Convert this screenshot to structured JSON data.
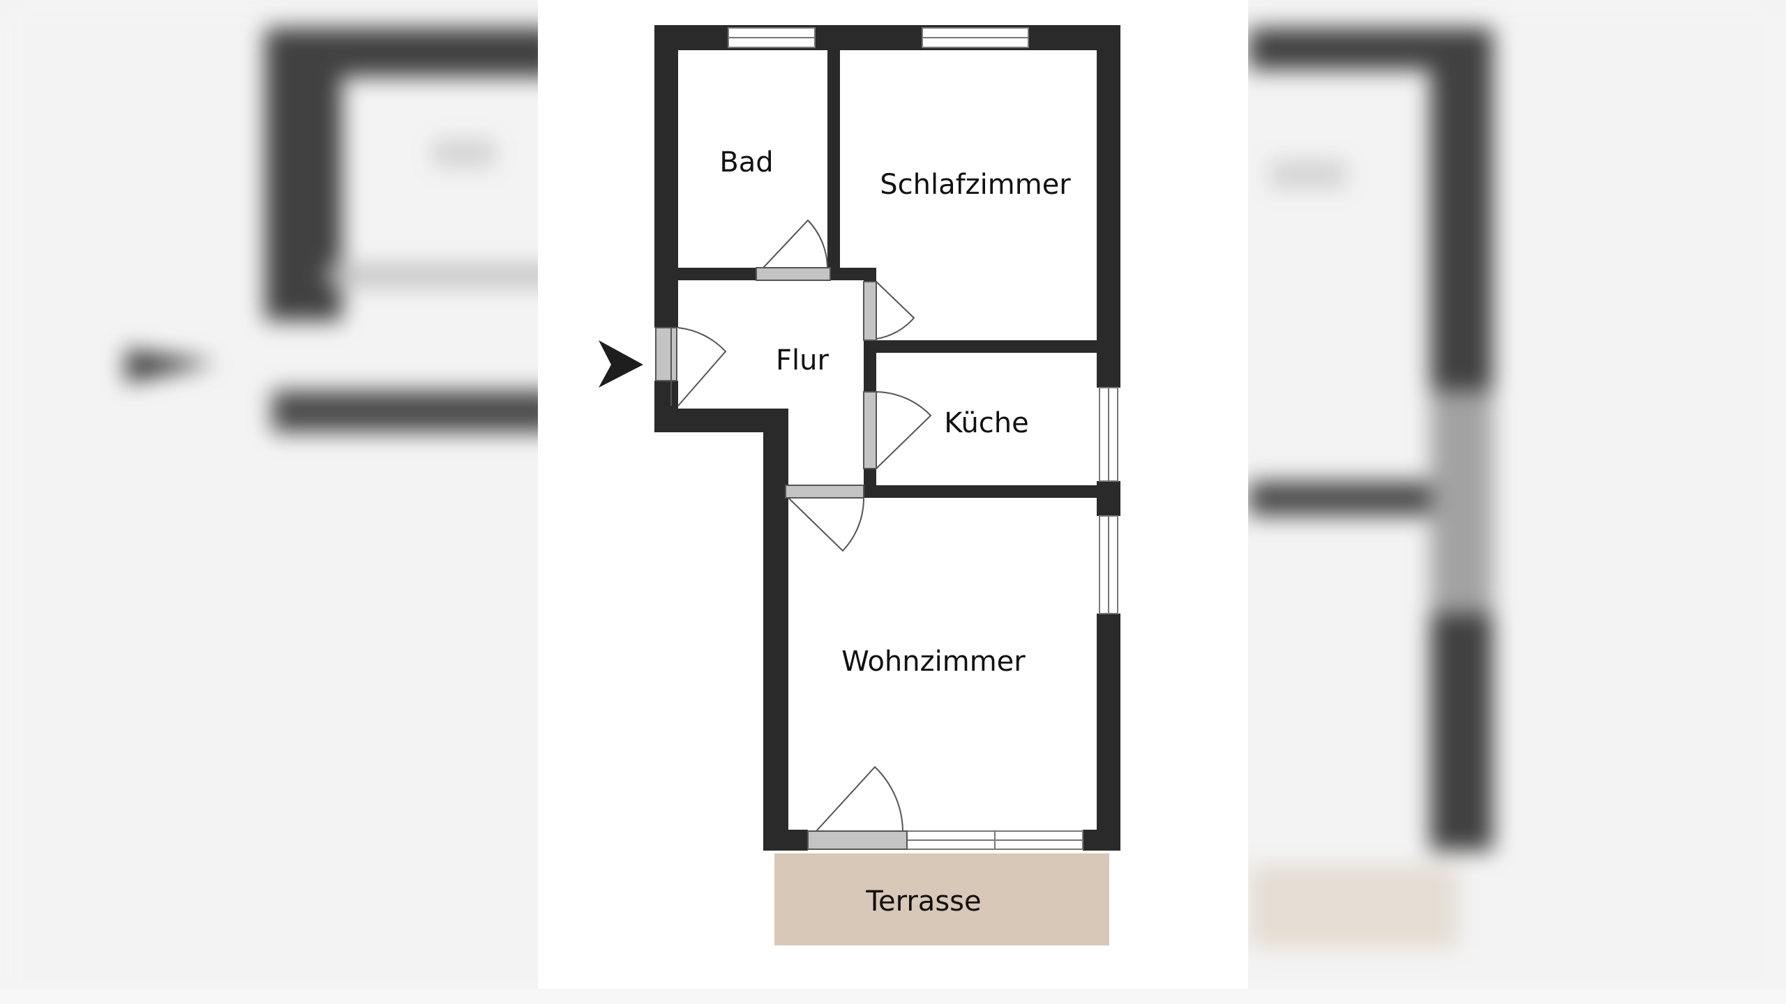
{
  "rooms": {
    "bad": "Bad",
    "schlafzimmer": "Schlafzimmer",
    "flur": "Flur",
    "kueche": "Küche",
    "wohnzimmer": "Wohnzimmer",
    "terrasse": "Terrasse"
  },
  "icons": {
    "entrance": "entrance-arrow-icon"
  },
  "colors": {
    "wall": "#2a2a2a",
    "terrace": "#d8c8b8",
    "background": "#ffffff",
    "door_frame": "#b8b8b8"
  }
}
